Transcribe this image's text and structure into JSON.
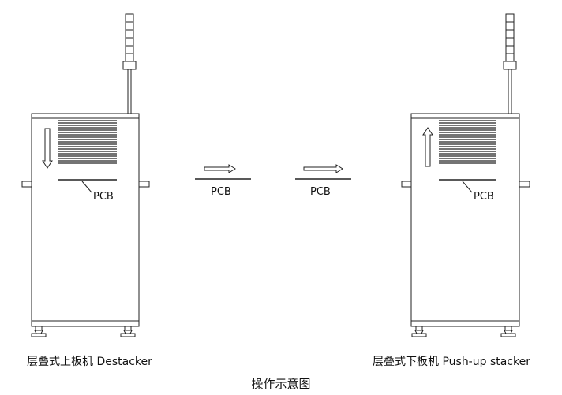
{
  "labels": {
    "pcb_left_machine": "PCB",
    "pcb_conveyor_1": "PCB",
    "pcb_conveyor_2": "PCB",
    "pcb_right_machine": "PCB"
  },
  "captions": {
    "destacker": "层叠式上板机 Destacker",
    "stacker": "层叠式下板机 Push-up stacker",
    "diagram_title": "操作示意图"
  }
}
